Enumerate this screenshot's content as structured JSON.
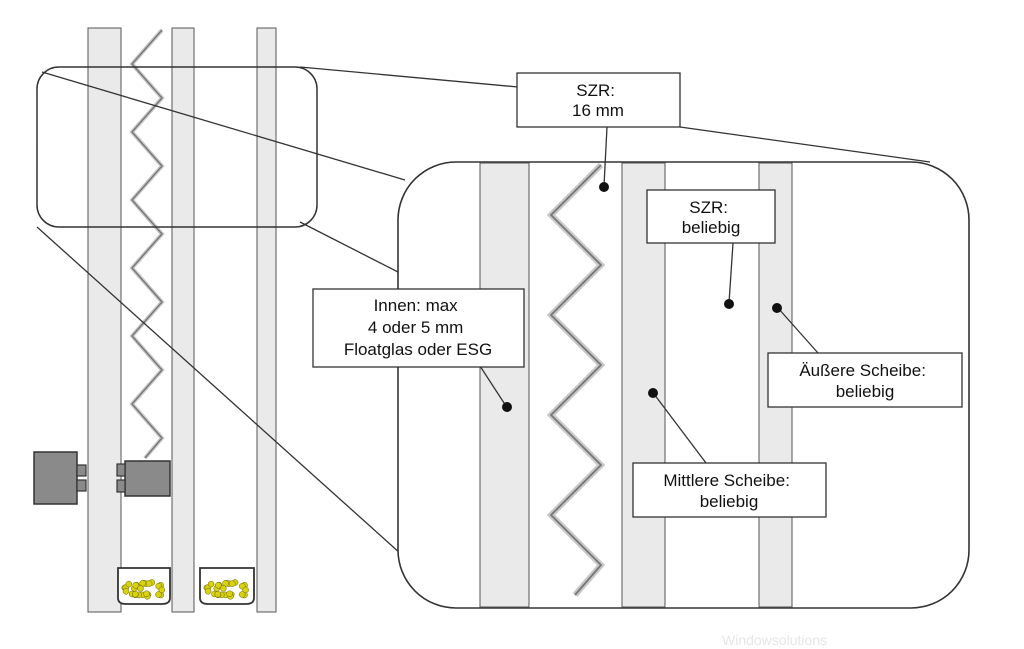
{
  "labels": {
    "szr16": [
      "SZR:",
      "16 mm"
    ],
    "szr_any": [
      "SZR:",
      "beliebig"
    ],
    "inner": [
      "Innen: max",
      "4 oder 5 mm",
      "Floatglas oder ESG"
    ],
    "outer": [
      "Äußere Scheibe:",
      "beliebig"
    ],
    "middle": [
      "Mittlere Scheibe:",
      "beliebig"
    ]
  },
  "watermark": "Windowsolutions",
  "colors": {
    "pane_fill": "#eaeaea",
    "outline": "#333333",
    "block_fill": "#8a8a8a",
    "granule": "#d9d20f"
  }
}
